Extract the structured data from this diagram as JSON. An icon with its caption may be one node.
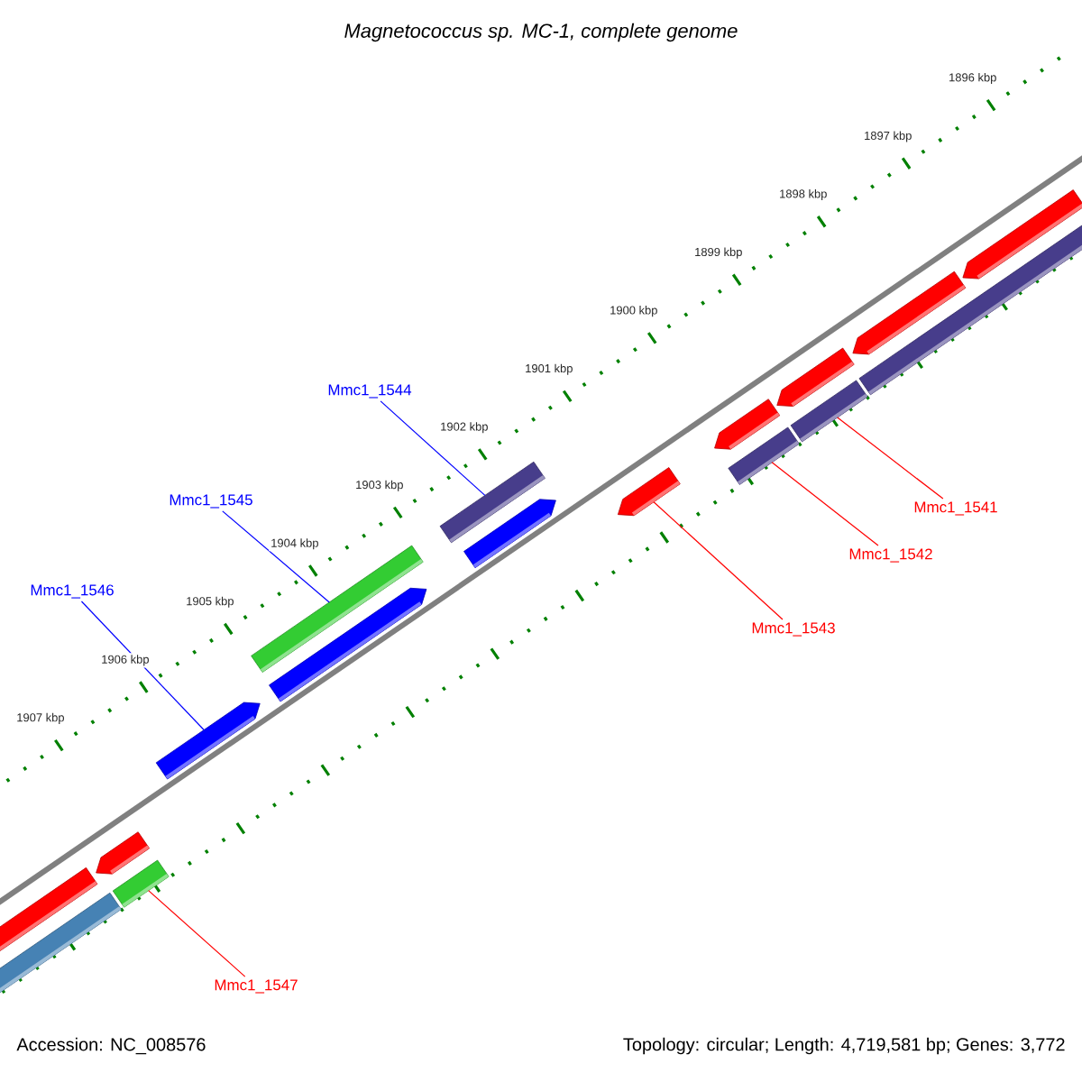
{
  "diagram": {
    "title": "Magnetococcus sp. MC-1, complete genome",
    "nodes": [
      {
        "text": [
          "Mmc1_1544"
        ]
      },
      {
        "text": [
          "Mmc1_1545"
        ]
      },
      {
        "text": [
          "Mmc1_1546"
        ]
      },
      {
        "text": [
          "Mmc1_1541"
        ]
      },
      {
        "text": [
          "Mmc1_1542"
        ]
      },
      {
        "text": [
          "Mmc1_1543"
        ]
      },
      {
        "text": [
          "Mmc1_1547"
        ]
      },
      {
        "text": [],
        "shape": "bar"
      },
      {
        "text": [],
        "shape": "arrow"
      },
      {
        "text": [],
        "shape": "bar"
      },
      {
        "text": [],
        "shape": "bar"
      },
      {
        "text": [],
        "shape": "arrow"
      },
      {
        "text": [],
        "shape": "bar"
      },
      {
        "text": [],
        "shape": "bar"
      }
    ],
    "edges": [
      {
        "from": 0,
        "to": 10,
        "arrow": "none",
        "color": "#0000ff"
      },
      {
        "from": 1,
        "to": 9,
        "arrow": "none",
        "color": "#0000ff"
      },
      {
        "from": 2,
        "to": 8,
        "arrow": "none",
        "color": "#0000ff"
      },
      {
        "from": 3,
        "to": 13,
        "arrow": "none"
      },
      {
        "from": 4,
        "to": 12,
        "arrow": "none"
      },
      {
        "from": 5,
        "to": 11,
        "arrow": "none"
      },
      {
        "from": 6,
        "to": 7,
        "arrow": "none"
      }
    ],
    "labels": [
      "1896 kbp",
      "1897 kbp",
      "1898 kbp",
      "1899 kbp",
      "1900 kbp",
      "1901 kbp",
      "1902 kbp",
      "1903 kbp",
      "1904 kbp",
      "1905 kbp",
      "1906 kbp",
      "1907 kbp",
      "Accession: NC_008576",
      "Topology: circular; Length: 4,719,581 bp; Genes: 3,772"
    ]
  }
}
